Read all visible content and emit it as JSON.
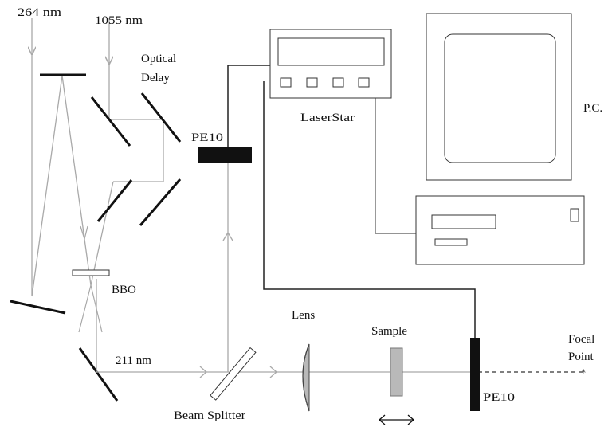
{
  "labels": {
    "uv264": "264 nm",
    "ir1055": "1055 nm",
    "optical_delay_1": "Optical",
    "optical_delay_2": "Delay",
    "pe10_top": "PE10",
    "laserstar": "LaserStar",
    "pc": "P.C.",
    "bbo": "BBO",
    "nm211": "211 nm",
    "lens": "Lens",
    "sample": "Sample",
    "focal_1": "Focal",
    "focal_2": "Point",
    "pe10_bottom": "PE10",
    "beam_splitter": "Beam Splitter"
  },
  "colors": {
    "beam": "#a9a9a9",
    "dark": "#111111",
    "sample_fill": "#b9b9b9"
  }
}
